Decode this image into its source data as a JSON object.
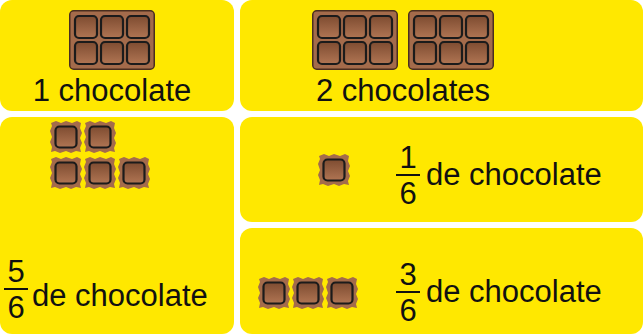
{
  "diagram": {
    "nodes": [
      {
        "text": [
          "1 chocolate"
        ]
      },
      {
        "text": [
          "2 chocolates"
        ]
      },
      {
        "text": [
          "5",
          "6",
          "de chocolate"
        ]
      },
      {
        "text": [
          "1",
          "6",
          "de chocolate"
        ]
      },
      {
        "text": [
          "3",
          "6",
          "de chocolate"
        ]
      }
    ]
  }
}
